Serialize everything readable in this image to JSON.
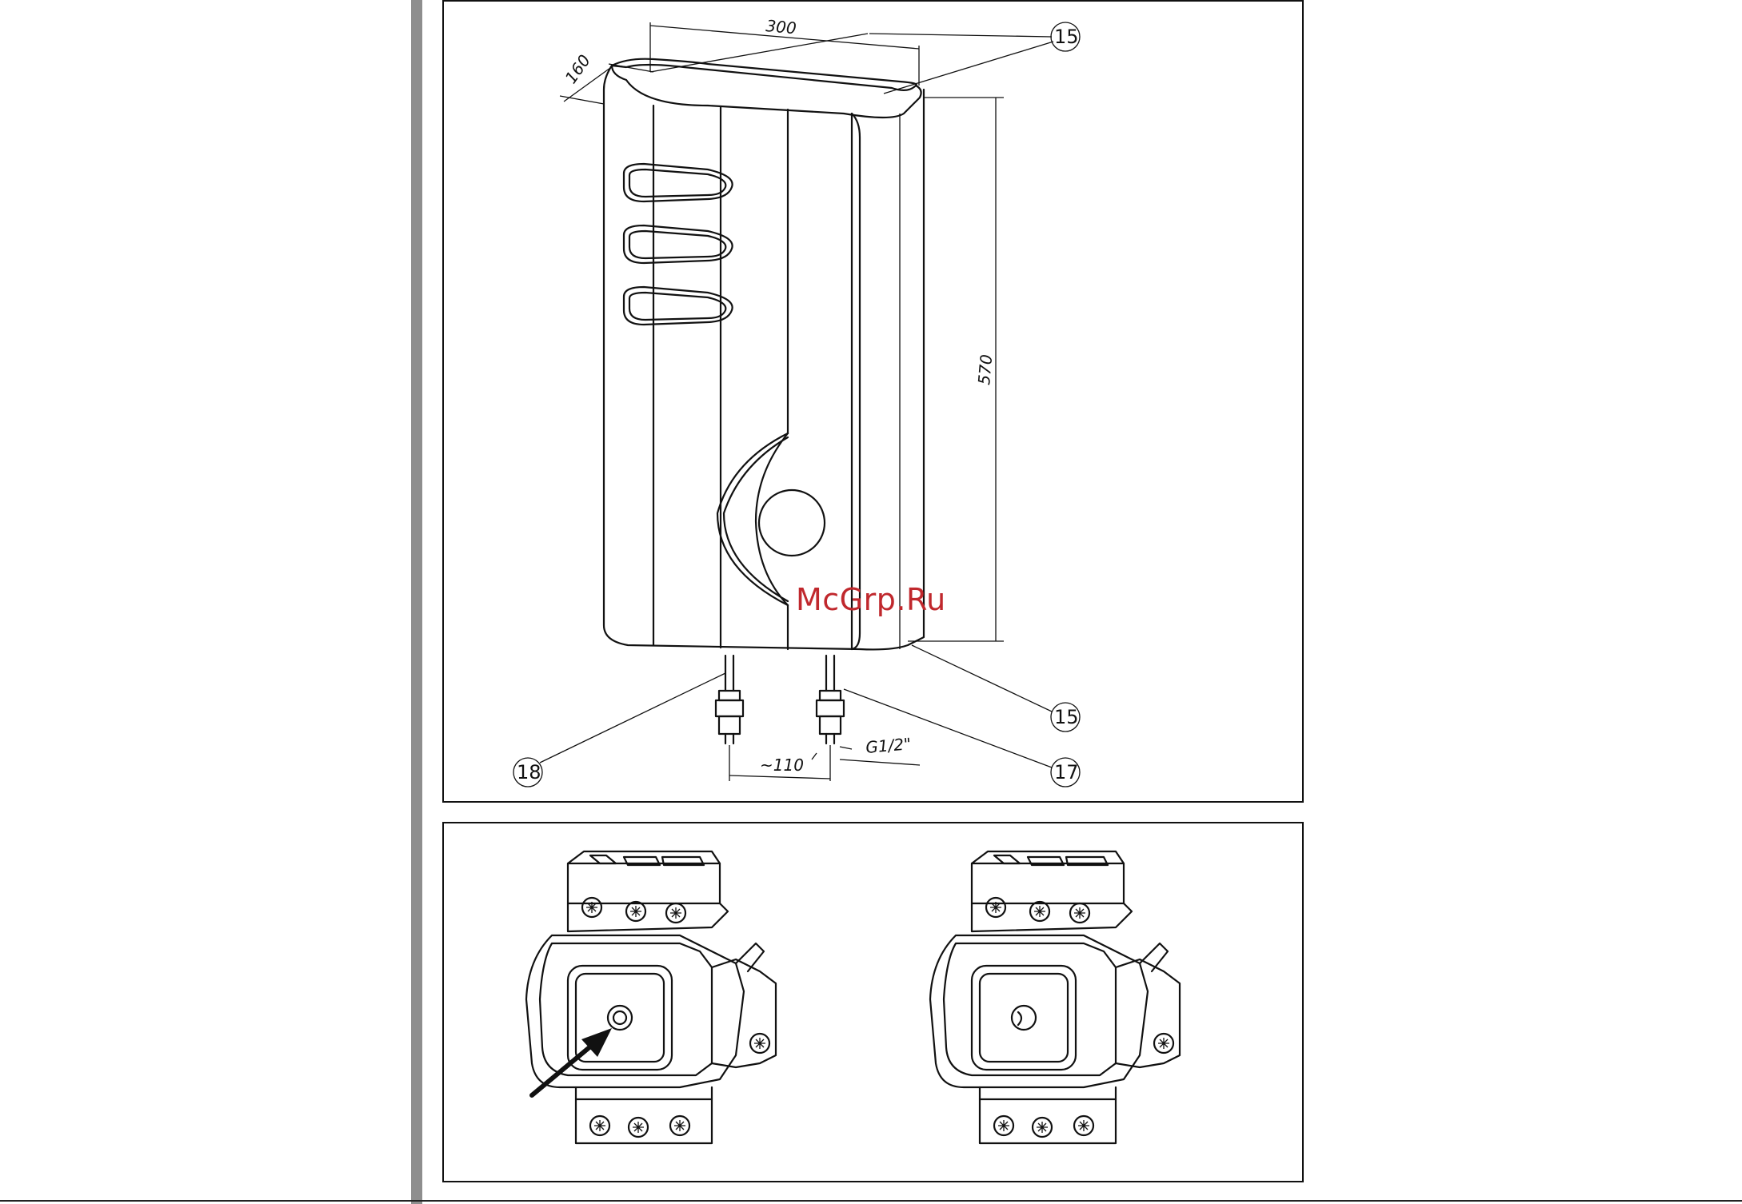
{
  "dimensions": {
    "width": "300",
    "depth": "160",
    "height": "570",
    "pipe_spacing": "~110",
    "thread": "G1/2\""
  },
  "callouts": {
    "top": "15",
    "bottom_right": "15",
    "outlet": "17",
    "inlet": "18"
  },
  "watermark": "McGrp.Ru"
}
